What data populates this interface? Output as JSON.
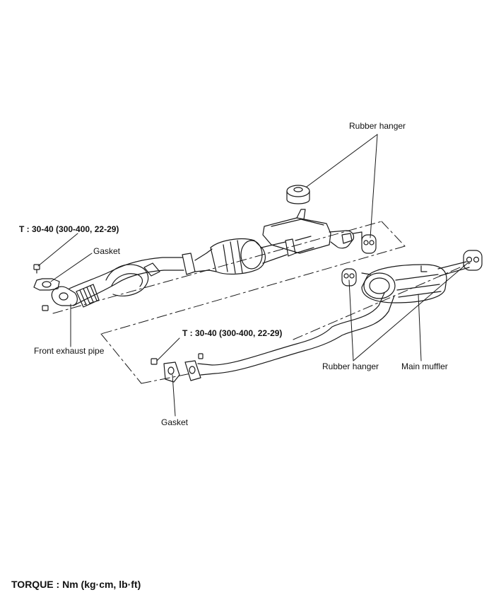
{
  "labels": {
    "rubber_hanger_top": "Rubber hanger",
    "torque_front": "T : 30-40 (300-400, 22-29)",
    "gasket_front": "Gasket",
    "front_exhaust_pipe": "Front exhaust pipe",
    "torque_center": "T : 30-40 (300-400, 22-29)",
    "rubber_hanger_bottom": "Rubber hanger",
    "main_muffler": "Main muffler",
    "gasket_center": "Gasket"
  },
  "footer": {
    "torque_note": "TORQUE : Nm (kg·cm, lb·ft)"
  },
  "colors": {
    "line": "#1a1a1a",
    "background": "#ffffff"
  }
}
